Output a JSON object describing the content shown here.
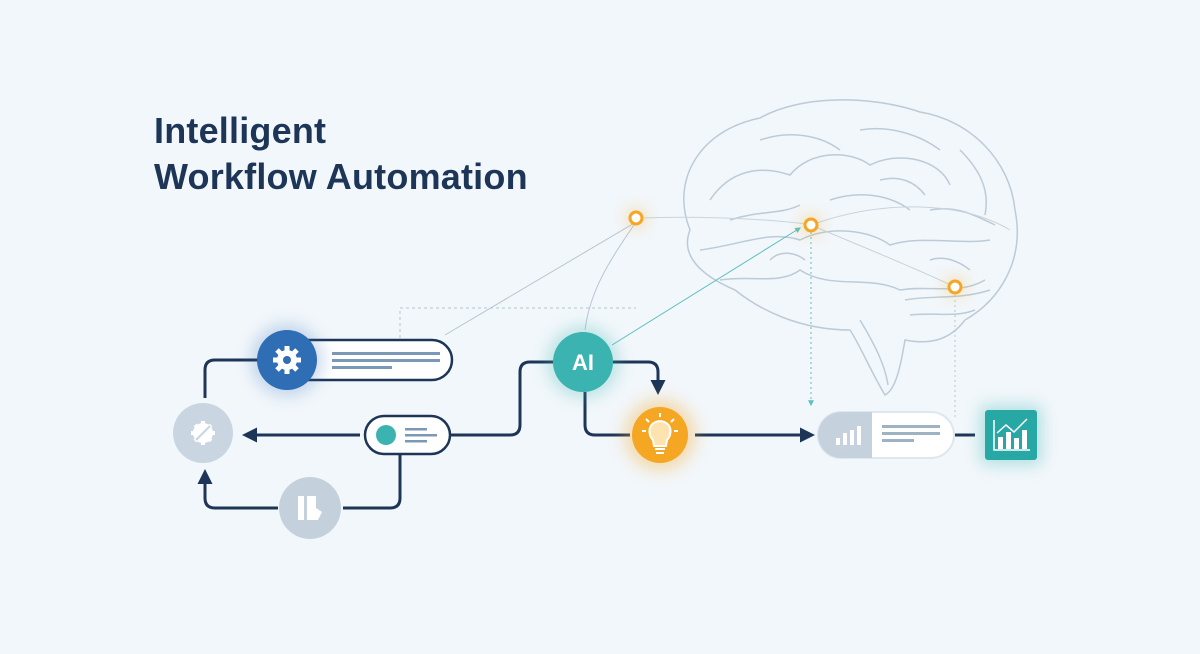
{
  "title": {
    "line1": "Intelligent",
    "line2": "Workflow Automation"
  },
  "nodes": {
    "ai_label": "AI",
    "settings_icon": "gear-icon",
    "process_icon": "broken-gear-icon",
    "document_icon": "document-icon",
    "idea_icon": "lightbulb-icon",
    "report_icon": "bar-chart-icon",
    "analytics_icon": "growth-chart-icon"
  },
  "colors": {
    "navy": "#1d3557",
    "blue": "#2f6db5",
    "teal": "#3bb3b0",
    "orange": "#f5a623",
    "gray": "#c5d2de",
    "brain": "#b9c9d6"
  }
}
